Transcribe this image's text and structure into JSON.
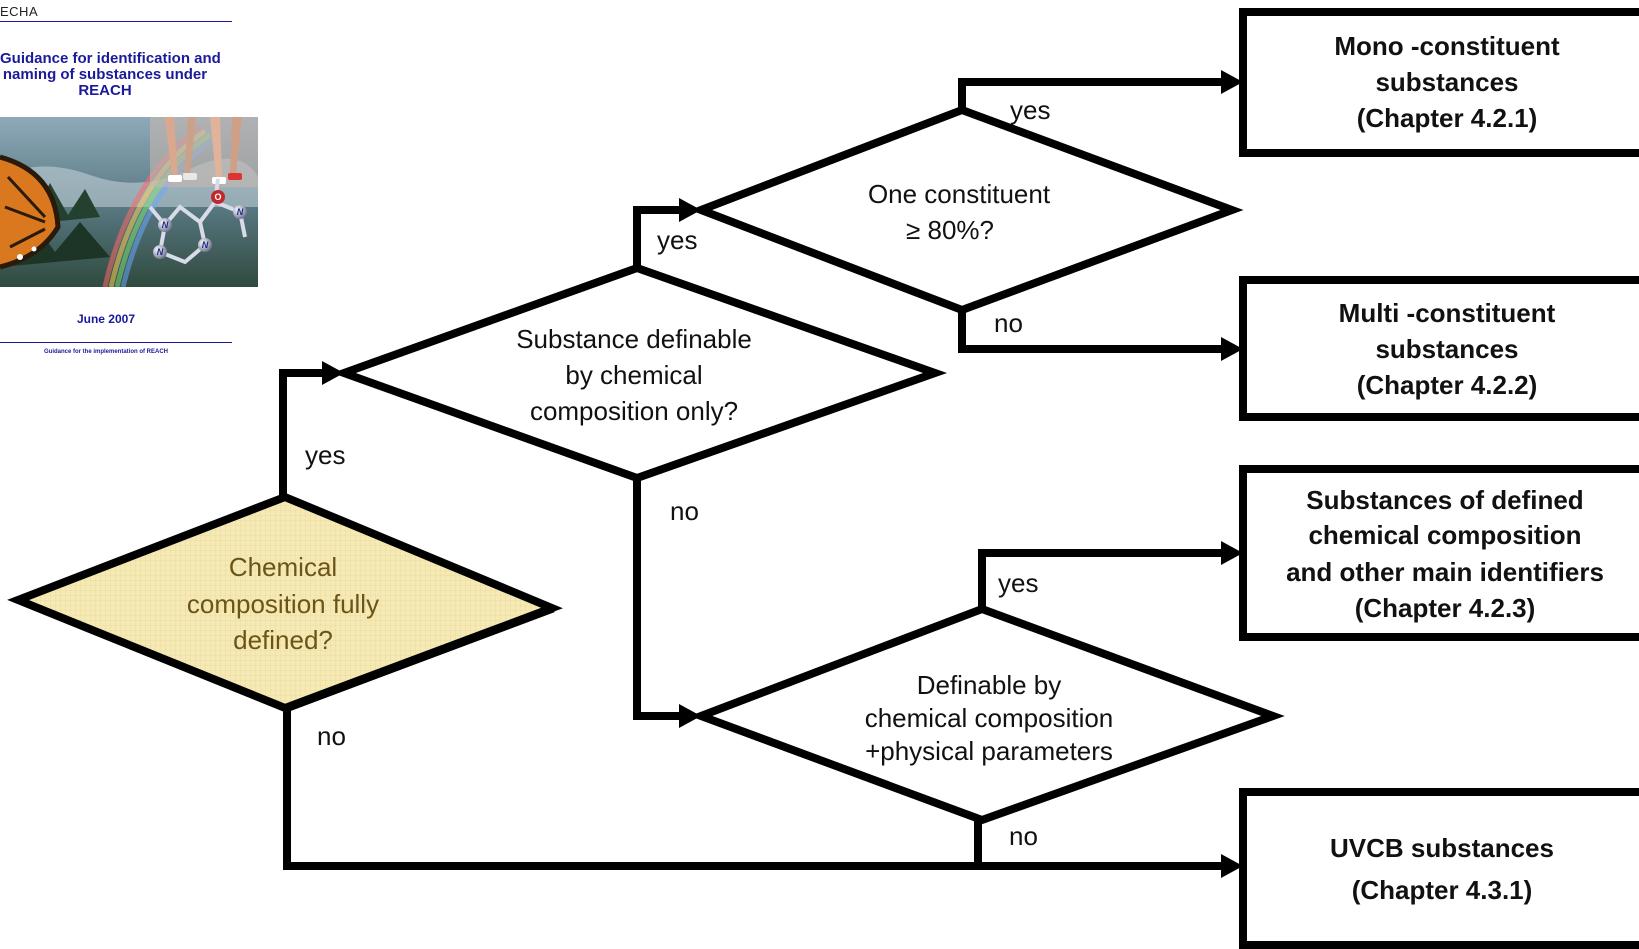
{
  "cover": {
    "org": "ECHA",
    "title_lines": [
      "Guidance for identification and",
      "naming of substances under",
      "REACH"
    ],
    "date": "June 2007",
    "footer": "Guidance for the implementation of REACH",
    "colors": {
      "text": "#1a1a9a",
      "rule": "#1a1a9a"
    },
    "image_icons": [
      "forest-mist",
      "butterfly-wing",
      "runners-legs",
      "rainbow",
      "molecule"
    ],
    "molecule_atoms": [
      "N",
      "N",
      "N",
      "N",
      "O"
    ]
  },
  "diagram": {
    "decisions": {
      "q1": {
        "lines": [
          "Chemical",
          "composition fully",
          "defined?"
        ]
      },
      "q2": {
        "lines": [
          "Substance definable",
          "by chemical",
          "composition only?"
        ]
      },
      "q3": {
        "lines": [
          "One constituent",
          "≥ 80%?"
        ]
      },
      "q4": {
        "lines": [
          "Definable by",
          "chemical composition",
          "+physical parameters"
        ]
      }
    },
    "labels": {
      "q1_yes": "yes",
      "q1_no": "no",
      "q2_yes": "yes",
      "q2_no": "no",
      "q3_yes": "yes",
      "q3_no": "no",
      "q4_yes": "yes",
      "q4_no": "no"
    },
    "outcomes": {
      "mono": {
        "lines": [
          "Mono -constituent",
          "substances",
          "(Chapter 4.2.1)"
        ]
      },
      "multi": {
        "lines": [
          "Multi -constituent",
          "substances",
          "(Chapter 4.2.2)"
        ]
      },
      "defined": {
        "lines": [
          "Substances of defined",
          "chemical composition",
          "and other main identifiers",
          "(Chapter 4.2.3)"
        ]
      },
      "uvcb": {
        "lines": [
          "UVCB substances",
          "(Chapter 4.3.1)"
        ]
      }
    },
    "colors": {
      "stroke": "#000000",
      "highlight_fill": "#f5eab5",
      "highlight_text": "#6b5418"
    }
  }
}
